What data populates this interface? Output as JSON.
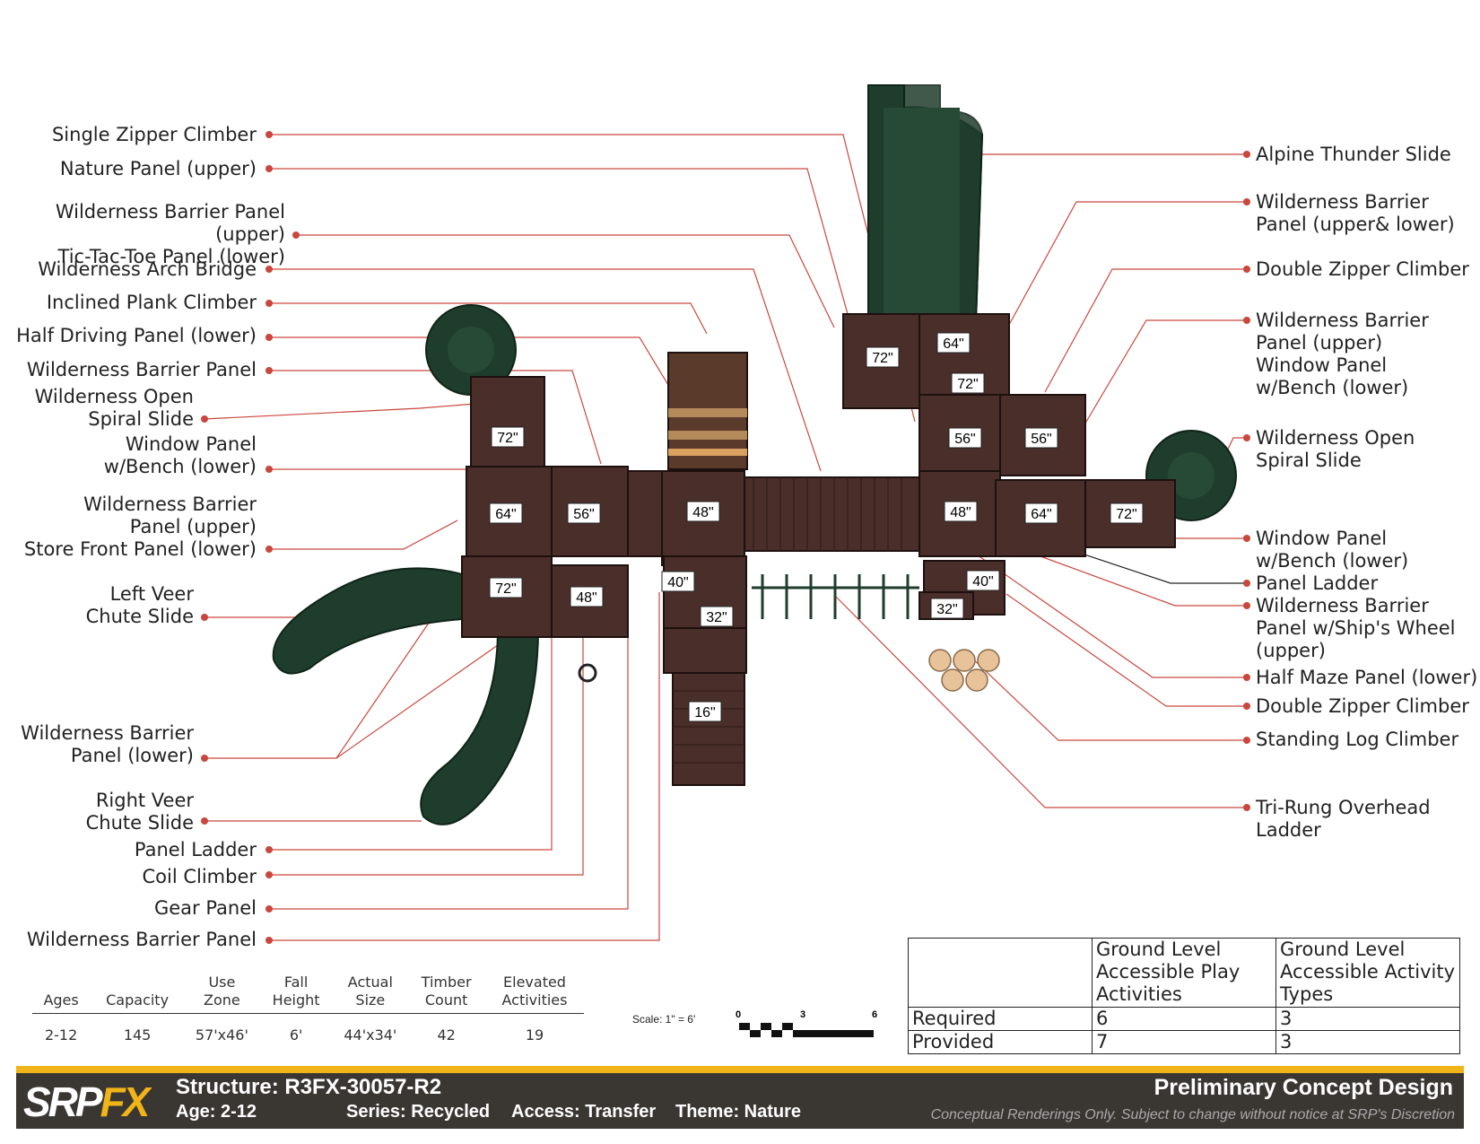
{
  "left_callouts": [
    {
      "name": "single-zipper-climber",
      "text": "Single Zipper Climber"
    },
    {
      "name": "nature-panel",
      "text": "Nature Panel (upper)"
    },
    {
      "name": "wilderness-barrier-tic-tac-toe",
      "text": "Wilderness Barrier Panel (upper)\nTic-Tac-Toe Panel (lower)"
    },
    {
      "name": "wilderness-arch-bridge",
      "text": "Wilderness Arch Bridge"
    },
    {
      "name": "inclined-plank-climber",
      "text": "Inclined Plank Climber"
    },
    {
      "name": "half-driving-panel",
      "text": "Half Driving Panel (lower)"
    },
    {
      "name": "wilderness-barrier-panel-1",
      "text": "Wilderness Barrier Panel"
    },
    {
      "name": "wilderness-open-spiral-slide-left",
      "text": "Wilderness Open\nSpiral Slide"
    },
    {
      "name": "window-panel-bench-left",
      "text": "Window Panel\nw/Bench (lower)"
    },
    {
      "name": "wilderness-barrier-store-front",
      "text": "Wilderness Barrier\nPanel (upper)\nStore Front Panel (lower)"
    },
    {
      "name": "left-veer-chute-slide",
      "text": "Left Veer\nChute Slide"
    },
    {
      "name": "wilderness-barrier-lower",
      "text": "Wilderness Barrier\nPanel (lower)"
    },
    {
      "name": "right-veer-chute-slide",
      "text": "Right Veer\nChute Slide"
    },
    {
      "name": "panel-ladder-left",
      "text": "Panel Ladder"
    },
    {
      "name": "coil-climber",
      "text": "Coil Climber"
    },
    {
      "name": "gear-panel",
      "text": "Gear Panel"
    },
    {
      "name": "wilderness-barrier-panel-2",
      "text": "Wilderness Barrier Panel"
    }
  ],
  "right_callouts": [
    {
      "name": "alpine-thunder-slide",
      "text": "Alpine Thunder Slide"
    },
    {
      "name": "wilderness-barrier-upper-lower",
      "text": "Wilderness Barrier\nPanel (upper& lower)"
    },
    {
      "name": "double-zipper-climber-1",
      "text": "Double Zipper Climber"
    },
    {
      "name": "wilderness-barrier-window-bench",
      "text": "Wilderness Barrier\nPanel (upper)\nWindow Panel\nw/Bench (lower)"
    },
    {
      "name": "wilderness-open-spiral-slide-right",
      "text": "Wilderness Open\nSpiral Slide"
    },
    {
      "name": "window-panel-bench-right",
      "text": "Window Panel\nw/Bench (lower)"
    },
    {
      "name": "panel-ladder-right",
      "text": "Panel Ladder"
    },
    {
      "name": "wilderness-barrier-ships-wheel",
      "text": "Wilderness Barrier\nPanel w/Ship's Wheel\n(upper)"
    },
    {
      "name": "half-maze-panel",
      "text": "Half Maze Panel (lower)"
    },
    {
      "name": "double-zipper-climber-2",
      "text": "Double Zipper Climber"
    },
    {
      "name": "standing-log-climber",
      "text": "Standing Log Climber"
    },
    {
      "name": "tri-rung-overhead-ladder",
      "text": "Tri-Rung Overhead\nLadder"
    }
  ],
  "deck_heights": [
    "72\"",
    "72\"",
    "64\"",
    "56\"",
    "56\"",
    "72\"",
    "64\"",
    "56\"",
    "48\"",
    "48\"",
    "64\"",
    "72\"",
    "72\"",
    "48\"",
    "40\"",
    "40\"",
    "32\"",
    "32\"",
    "16\""
  ],
  "stats": {
    "headers": [
      "Ages",
      "Capacity",
      "Use\nZone",
      "Fall\nHeight",
      "Actual\nSize",
      "Timber\nCount",
      "Elevated\nActivities"
    ],
    "values": [
      "2-12",
      "145",
      "57'x46'",
      "6'",
      "44'x34'",
      "42",
      "19"
    ]
  },
  "scale": {
    "label": "Scale: 1\" = 6'",
    "ticks": [
      "0",
      "3",
      "6"
    ]
  },
  "accessibility": {
    "col1": "Ground Level\nAccessible Play\nActivities",
    "col2": "Ground Level\nAccessible Activity\nTypes",
    "rows": [
      {
        "label": "Required",
        "a": "6",
        "b": "3"
      },
      {
        "label": "Provided",
        "a": "7",
        "b": "3"
      }
    ]
  },
  "footer": {
    "logo_a": "SRP",
    "logo_b": "FX",
    "structure": "Structure: R3FX-30057-R2",
    "age": "Age: 2-12",
    "series": "Series: Recycled",
    "access": "Access: Transfer",
    "theme": "Theme: Nature",
    "title": "Preliminary Concept Design",
    "disclaimer": "Conceptual Renderings Only. Subject to change without notice at SRP's Discretion"
  },
  "colors": {
    "deck": "#4a2e2a",
    "slide": "#1f3d2c",
    "leader": "#c9473d",
    "accent": "#f0b418",
    "footer": "#3a3733"
  }
}
